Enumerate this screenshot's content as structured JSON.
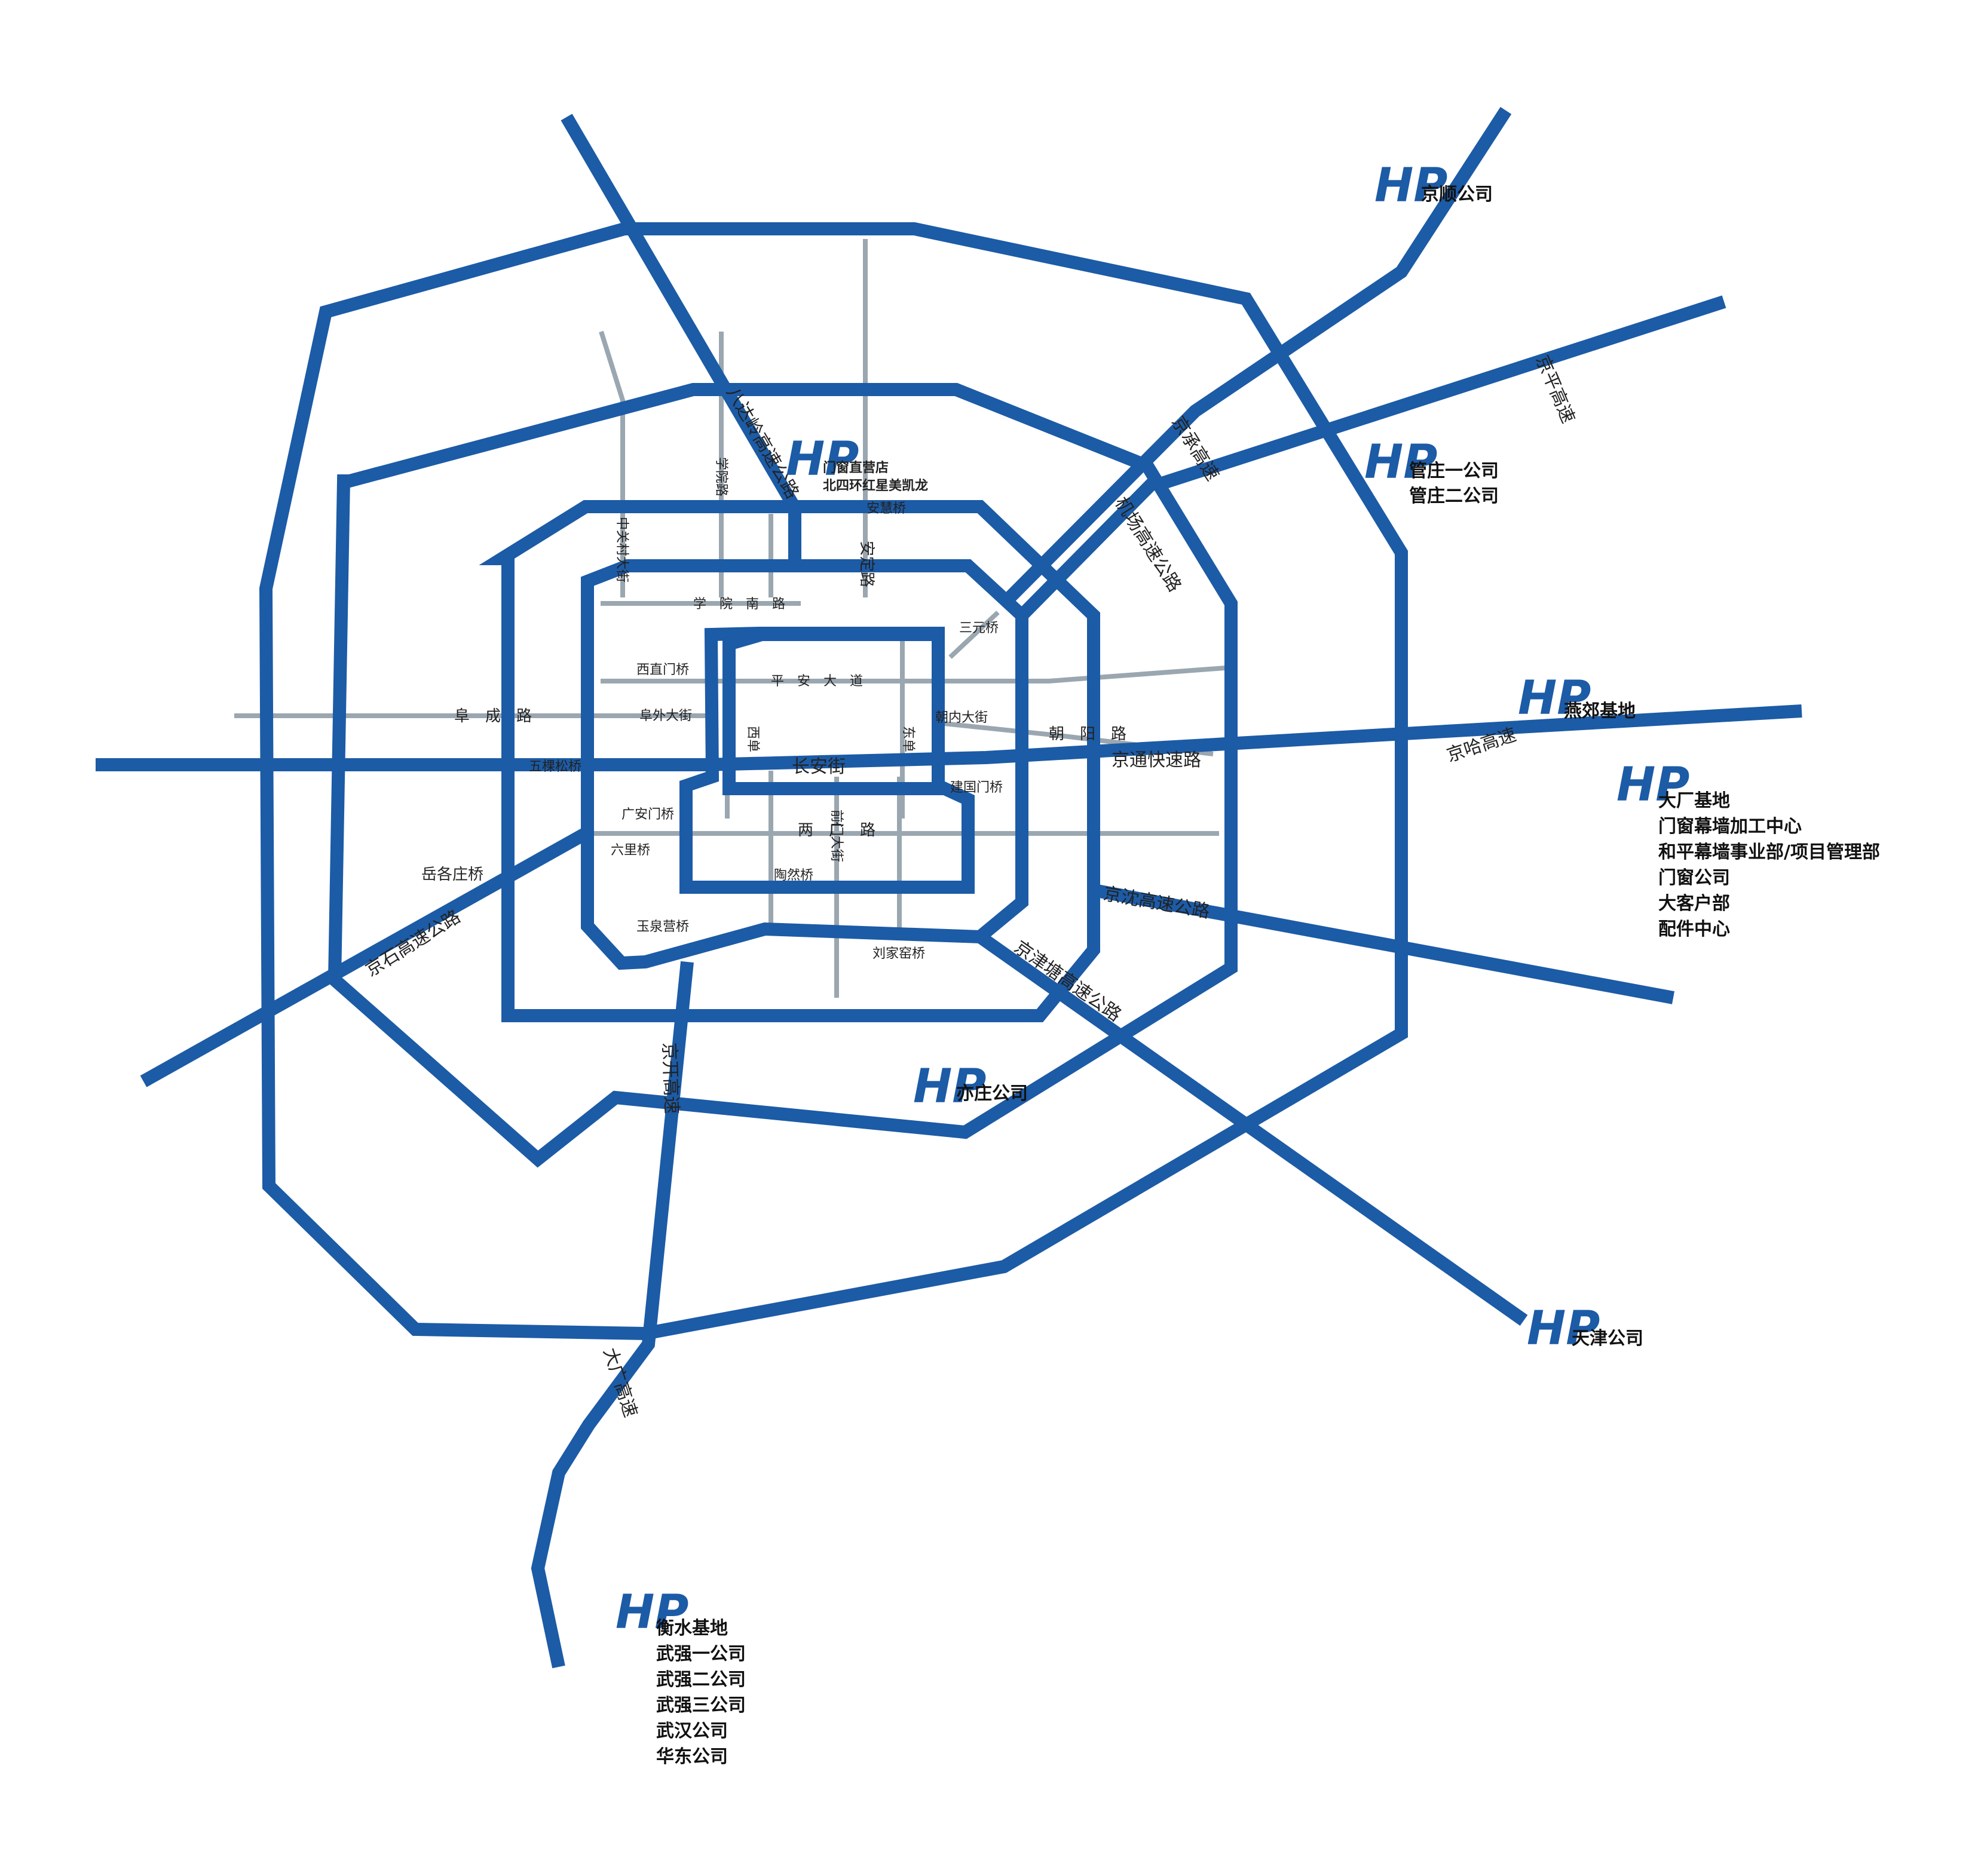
{
  "colors": {
    "main_road": "#1c5ba6",
    "minor_road": "#9aa7b0",
    "logo": "#1c5ba6",
    "text": "#222222"
  },
  "logo_text": "HP",
  "road_labels": {
    "badaling": "八达岭高速公路",
    "jingcheng": "京承高速",
    "airport": "机场高速公路",
    "jingping": "京平高速",
    "jingha": "京哈高速",
    "jingtong": "京通快速路",
    "changan": "长安街",
    "jingshen": "京沈高速公路",
    "jingjintang": "京津塘高速公路",
    "jingshi": "京石高速公路",
    "jingkai": "京开高速",
    "daguang": "大广高速",
    "fucheng": "阜　成　路",
    "fuwai": "阜外大街",
    "chaoyang": "朝　阳　路",
    "chaonei": "朝内大街",
    "pingan": "平　安　大　道",
    "liangguang": "两　广　路",
    "xueyuannan": "学　院　南　路",
    "xueyuan": "学院路",
    "zhongguancun": "中关村大街",
    "anding": "安定路",
    "xidan": "西单",
    "dongdan": "东单",
    "qianmen": "前门大街"
  },
  "bridge_labels": {
    "xizhimen": "西直门桥",
    "anhui": "安慧桥",
    "sanyuan": "三元桥",
    "jianguomen": "建国门桥",
    "wukesong": "五棵松桥",
    "guanganmen": "广安门桥",
    "liuli": "六里桥",
    "yuegezhuang": "岳各庄桥",
    "yuquanying": "玉泉营桥",
    "taoran": "陶然桥",
    "liujiayao": "刘家窑桥"
  },
  "offices": {
    "jingshun": [
      "京顺公司"
    ],
    "guanzhuang": [
      "管庄一公司",
      "管庄二公司"
    ],
    "yanjiao": [
      "燕郊基地"
    ],
    "dachang": [
      "大厂基地",
      "门窗幕墙加工中心",
      "和平幕墙事业部/项目管理部",
      "门窗公司",
      "大客户部",
      "配件中心"
    ],
    "yizhuang": [
      "亦庄公司"
    ],
    "tianjin": [
      "天津公司"
    ],
    "hengshui": [
      "衡水基地",
      "武强一公司",
      "武强二公司",
      "武强三公司",
      "武汉公司",
      "华东公司"
    ],
    "store": [
      "门窗直营店",
      "北四环红星美凯龙"
    ]
  }
}
